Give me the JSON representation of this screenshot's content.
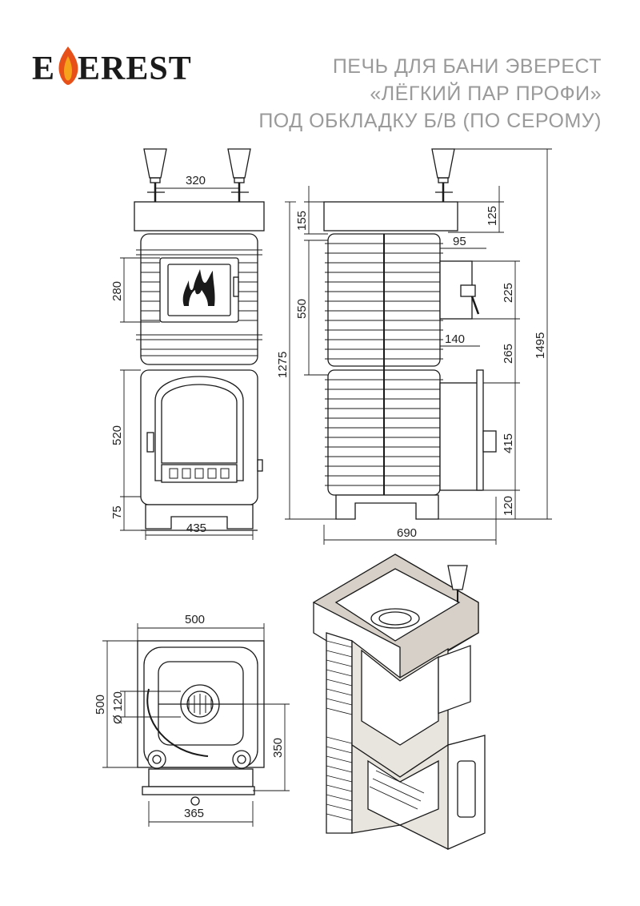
{
  "brand": {
    "logo_text_left": "E",
    "logo_text_right": "EREST",
    "flame_colors": [
      "#e8501a",
      "#f7a21b"
    ]
  },
  "title": {
    "line1": "ПЕЧЬ ДЛЯ БАНИ ЭВЕРЕСТ",
    "line2": "«ЛЁГКИЙ ПАР ПРОФИ»",
    "line3": "ПОД ОБКЛАДКУ Б/В (ПО СЕРОМУ)"
  },
  "front_view": {
    "dims": {
      "top_width": "320",
      "door_upper_height": "280",
      "door_lower_height": "520",
      "legs_height": "75",
      "base_width": "435"
    }
  },
  "side_view": {
    "dims": {
      "top_block": "155",
      "upper_block": "550",
      "total_height": "1275",
      "cap": "125",
      "offset": "95",
      "upper_door": "225",
      "lower_offset": "140",
      "middle": "265",
      "overall_height": "1495",
      "lower_door": "415",
      "legs": "120",
      "depth": "690"
    }
  },
  "top_view": {
    "dims": {
      "width": "500",
      "depth": "500",
      "flue": "Ø 120",
      "flue_offset": "350",
      "front_width": "365"
    }
  }
}
